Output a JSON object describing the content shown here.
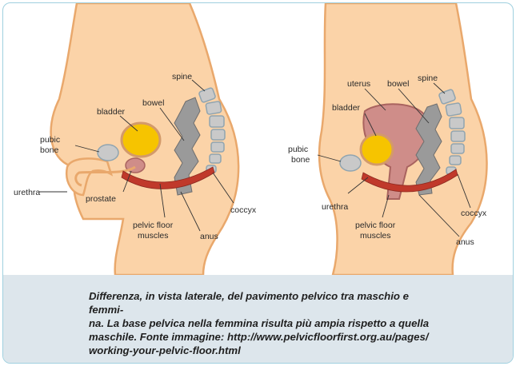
{
  "colors": {
    "skin": "#fbd3a8",
    "skin_outline": "#e9a86c",
    "bladder": "#f6c400",
    "bone": "#c9c9c9",
    "muscle": "#c0392b",
    "uterus": "#cf8d89",
    "caption_bg": "#dde6ec"
  },
  "male": {
    "labels": {
      "bladder": "bladder",
      "bowel": "bowel",
      "spine": "spine",
      "pubic_bone_1": "pubic",
      "pubic_bone_2": "bone",
      "urethra": "urethra",
      "prostate": "prostate",
      "pelvic_1": "pelvic floor",
      "pelvic_2": "muscles",
      "anus": "anus",
      "coccyx": "coccyx"
    }
  },
  "female": {
    "labels": {
      "uterus": "uterus",
      "bowel": "bowel",
      "spine": "spine",
      "bladder": "bladder",
      "pubic_bone_1": "pubic",
      "pubic_bone_2": "bone",
      "urethra": "urethra",
      "pelvic_1": "pelvic floor",
      "pelvic_2": "muscles",
      "coccyx": "coccyx",
      "anus": "anus"
    }
  },
  "caption": {
    "lines": [
      "Differenza, in vista laterale, del pavimento pelvico tra maschio e femmi-",
      "na. La base pelvica nella femmina risulta più ampia rispetto a quella",
      "maschile. Fonte immagine: http://www.pelvicfloorfirst.org.au/pages/",
      "working-your-pelvic-floor.html"
    ]
  }
}
